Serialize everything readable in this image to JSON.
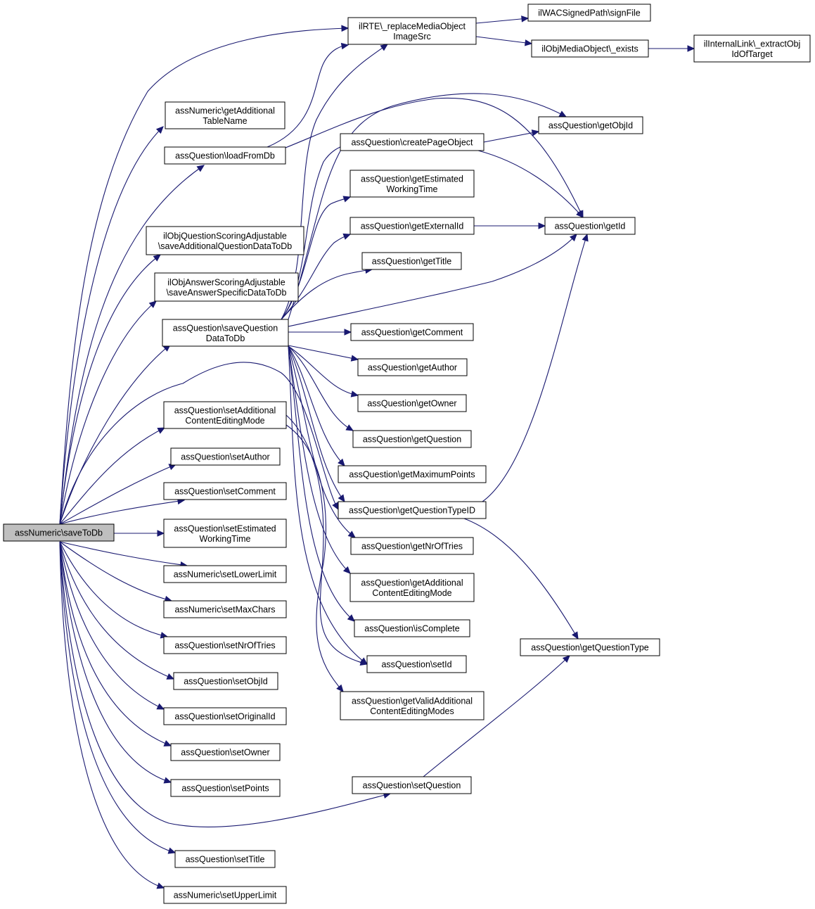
{
  "graph": {
    "root": "assNumeric\\saveToDb",
    "nodes": [
      {
        "id": "root",
        "lines": [
          "assNumeric\\saveToDb"
        ]
      },
      {
        "id": "replaceMedia",
        "lines": [
          "ilRTE\\_replaceMediaObject",
          "ImageSrc"
        ]
      },
      {
        "id": "signFile",
        "lines": [
          "ilWACSignedPath\\signFile"
        ]
      },
      {
        "id": "mediaExists",
        "lines": [
          "ilObjMediaObject\\_exists"
        ]
      },
      {
        "id": "extractObj",
        "lines": [
          "ilInternalLink\\_extractObj",
          "IdOfTarget"
        ]
      },
      {
        "id": "getAddTable",
        "lines": [
          "assNumeric\\getAdditional",
          "TableName"
        ]
      },
      {
        "id": "loadFromDb",
        "lines": [
          "assQuestion\\loadFromDb"
        ]
      },
      {
        "id": "getObjId",
        "lines": [
          "assQuestion\\getObjId"
        ]
      },
      {
        "id": "createPage",
        "lines": [
          "assQuestion\\createPageObject"
        ]
      },
      {
        "id": "getEstWT",
        "lines": [
          "assQuestion\\getEstimated",
          "WorkingTime"
        ]
      },
      {
        "id": "getExtId",
        "lines": [
          "assQuestion\\getExternalId"
        ]
      },
      {
        "id": "getId",
        "lines": [
          "assQuestion\\getId"
        ]
      },
      {
        "id": "scoringQ",
        "lines": [
          "ilObjQuestionScoringAdjustable",
          "\\saveAdditionalQuestionDataToDb"
        ]
      },
      {
        "id": "scoringA",
        "lines": [
          "ilObjAnswerScoringAdjustable",
          "\\saveAnswerSpecificDataToDb"
        ]
      },
      {
        "id": "getTitle",
        "lines": [
          "assQuestion\\getTitle"
        ]
      },
      {
        "id": "saveQData",
        "lines": [
          "assQuestion\\saveQuestion",
          "DataToDb"
        ]
      },
      {
        "id": "getComment",
        "lines": [
          "assQuestion\\getComment"
        ]
      },
      {
        "id": "getAuthor",
        "lines": [
          "assQuestion\\getAuthor"
        ]
      },
      {
        "id": "getOwner",
        "lines": [
          "assQuestion\\getOwner"
        ]
      },
      {
        "id": "setAddCEM",
        "lines": [
          "assQuestion\\setAdditional",
          "ContentEditingMode"
        ]
      },
      {
        "id": "getQuestion",
        "lines": [
          "assQuestion\\getQuestion"
        ]
      },
      {
        "id": "setAuthor",
        "lines": [
          "assQuestion\\setAuthor"
        ]
      },
      {
        "id": "getMaxPts",
        "lines": [
          "assQuestion\\getMaximumPoints"
        ]
      },
      {
        "id": "setComment",
        "lines": [
          "assQuestion\\setComment"
        ]
      },
      {
        "id": "getQTypeID",
        "lines": [
          "assQuestion\\getQuestionTypeID"
        ]
      },
      {
        "id": "setEstWT",
        "lines": [
          "assQuestion\\setEstimated",
          "WorkingTime"
        ]
      },
      {
        "id": "getNrOfTries",
        "lines": [
          "assQuestion\\getNrOfTries"
        ]
      },
      {
        "id": "setLower",
        "lines": [
          "assNumeric\\setLowerLimit"
        ]
      },
      {
        "id": "getAddCEM",
        "lines": [
          "assQuestion\\getAdditional",
          "ContentEditingMode"
        ]
      },
      {
        "id": "setMaxChars",
        "lines": [
          "assNumeric\\setMaxChars"
        ]
      },
      {
        "id": "isComplete",
        "lines": [
          "assQuestion\\isComplete"
        ]
      },
      {
        "id": "setNrOfTries",
        "lines": [
          "assQuestion\\setNrOfTries"
        ]
      },
      {
        "id": "getQType",
        "lines": [
          "assQuestion\\getQuestionType"
        ]
      },
      {
        "id": "setId",
        "lines": [
          "assQuestion\\setId"
        ]
      },
      {
        "id": "setObjId",
        "lines": [
          "assQuestion\\setObjId"
        ]
      },
      {
        "id": "getValidCEM",
        "lines": [
          "assQuestion\\getValidAdditional",
          "ContentEditingModes"
        ]
      },
      {
        "id": "setOrigId",
        "lines": [
          "assQuestion\\setOriginalId"
        ]
      },
      {
        "id": "setOwner",
        "lines": [
          "assQuestion\\setOwner"
        ]
      },
      {
        "id": "setQuestion",
        "lines": [
          "assQuestion\\setQuestion"
        ]
      },
      {
        "id": "setPoints",
        "lines": [
          "assQuestion\\setPoints"
        ]
      },
      {
        "id": "setTitle",
        "lines": [
          "assQuestion\\setTitle"
        ]
      },
      {
        "id": "setUpper",
        "lines": [
          "assNumeric\\setUpperLimit"
        ]
      }
    ],
    "edges": [
      [
        "root",
        "replaceMedia"
      ],
      [
        "root",
        "getAddTable"
      ],
      [
        "root",
        "loadFromDb"
      ],
      [
        "root",
        "scoringQ"
      ],
      [
        "root",
        "scoringA"
      ],
      [
        "root",
        "saveQData"
      ],
      [
        "root",
        "getQTypeID"
      ],
      [
        "root",
        "setAddCEM"
      ],
      [
        "root",
        "setAuthor"
      ],
      [
        "root",
        "setComment"
      ],
      [
        "root",
        "setEstWT"
      ],
      [
        "root",
        "setLower"
      ],
      [
        "root",
        "setMaxChars"
      ],
      [
        "root",
        "setNrOfTries"
      ],
      [
        "root",
        "setObjId"
      ],
      [
        "root",
        "setOrigId"
      ],
      [
        "root",
        "setOwner"
      ],
      [
        "root",
        "setPoints"
      ],
      [
        "root",
        "setQuestion"
      ],
      [
        "root",
        "setTitle"
      ],
      [
        "root",
        "setUpper"
      ],
      [
        "replaceMedia",
        "signFile"
      ],
      [
        "replaceMedia",
        "mediaExists"
      ],
      [
        "mediaExists",
        "extractObj"
      ],
      [
        "loadFromDb",
        "replaceMedia"
      ],
      [
        "loadFromDb",
        "getId"
      ],
      [
        "saveQData",
        "replaceMedia"
      ],
      [
        "saveQData",
        "createPage"
      ],
      [
        "saveQData",
        "getEstWT"
      ],
      [
        "saveQData",
        "getExtId"
      ],
      [
        "saveQData",
        "getTitle"
      ],
      [
        "saveQData",
        "getId"
      ],
      [
        "saveQData",
        "getComment"
      ],
      [
        "saveQData",
        "getAuthor"
      ],
      [
        "saveQData",
        "getOwner"
      ],
      [
        "saveQData",
        "getQuestion"
      ],
      [
        "saveQData",
        "getMaxPts"
      ],
      [
        "saveQData",
        "getQTypeID"
      ],
      [
        "saveQData",
        "getNrOfTries"
      ],
      [
        "saveQData",
        "getAddCEM"
      ],
      [
        "saveQData",
        "isComplete"
      ],
      [
        "saveQData",
        "setId"
      ],
      [
        "saveQData",
        "getObjId"
      ],
      [
        "createPage",
        "getObjId"
      ],
      [
        "createPage",
        "getId"
      ],
      [
        "getExtId",
        "getId"
      ],
      [
        "getQTypeID",
        "getId"
      ],
      [
        "getQTypeID",
        "getQType"
      ],
      [
        "setAddCEM",
        "getValidCEM"
      ],
      [
        "setAddCEM",
        "setId"
      ],
      [
        "setQuestion",
        "getQType"
      ]
    ]
  }
}
